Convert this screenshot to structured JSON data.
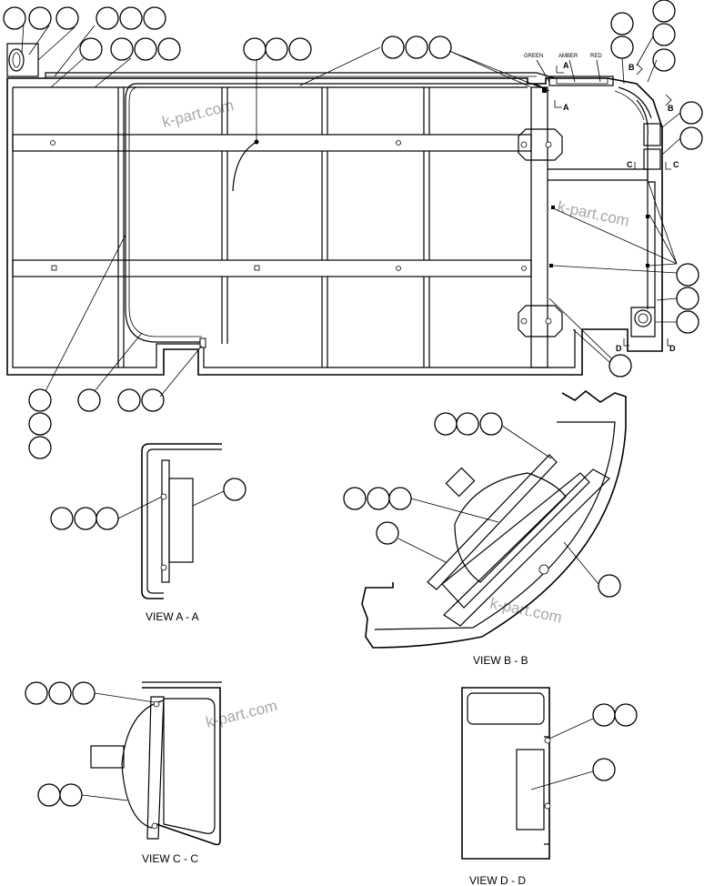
{
  "wire_labels": {
    "green": "GREEN",
    "amber": "AMBER",
    "red": "RED"
  },
  "section_marks": {
    "a": "A",
    "b": "B",
    "c": "C",
    "d": "D"
  },
  "views": {
    "a": "VIEW  A - A",
    "b": "VIEW  B - B",
    "c": "VIEW  C - C",
    "d": "VIEW  D - D"
  },
  "watermark": "k-part.com"
}
